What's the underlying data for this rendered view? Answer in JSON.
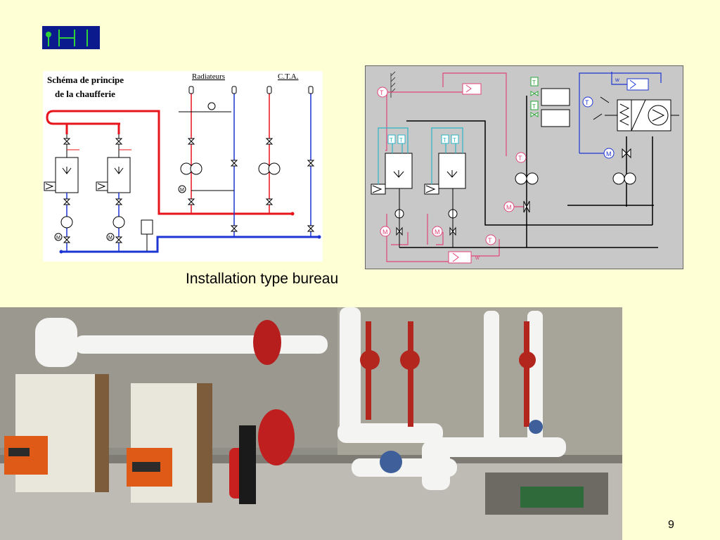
{
  "logo": {
    "name": "logo-icon"
  },
  "diagram_left": {
    "title_line1": "Schéma de principe",
    "title_line2": "de la chaufferie",
    "label_radiators": "Radiateurs",
    "label_cta": "C.T.A.",
    "motor_symbol": "M"
  },
  "diagram_right": {
    "sensor_t": "T",
    "motor_m": "M",
    "w_label": "w"
  },
  "caption": "Installation type bureau",
  "page_number": "9",
  "colors": {
    "background": "#ffffd5",
    "supply": "#e8131b",
    "return": "#1d35d2",
    "control_pink": "#e0457a",
    "control_cyan": "#2bb6c4",
    "control_green": "#2aa83a"
  }
}
